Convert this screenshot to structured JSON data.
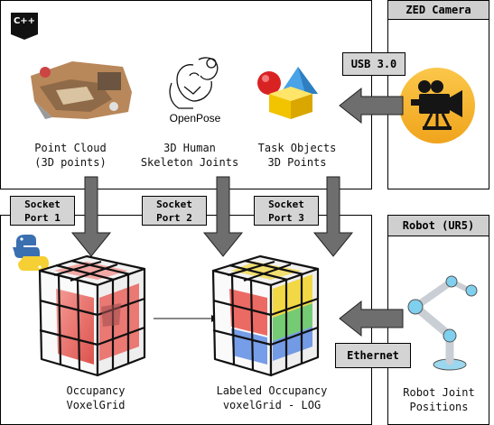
{
  "top_panel": {
    "badge": "C++",
    "openpose_logo": "OpenPose",
    "point_cloud_label": "Point Cloud\n(3D points)",
    "skeleton_label": "3D Human\nSkeleton Joints",
    "objects_label": "Task Objects\n3D Points"
  },
  "zed": {
    "title": "ZED Camera",
    "usb_label": "USB 3.0"
  },
  "sockets": [
    {
      "label": "Socket\nPort 1"
    },
    {
      "label": "Socket\nPort 2"
    },
    {
      "label": "Socket\nPort 3"
    }
  ],
  "bottom_panel": {
    "occupancy_label": "Occupancy\nVoxelGrid",
    "labeled_label": "Labeled Occupancy\nvoxelGrid - LOG"
  },
  "robot": {
    "title": "Robot (UR5)",
    "ethernet_label": "Ethernet",
    "joint_label": "Robot Joint\nPositions"
  },
  "colors": {
    "occupancy_red": "#e8463f",
    "label_yellow": "#f2d21a",
    "label_green": "#4cbf4a",
    "label_blue": "#4a7de0",
    "camera_orange": "#f8b52a",
    "arrow_gray": "#6e6e6e",
    "header_gray": "#cfcfcf"
  }
}
